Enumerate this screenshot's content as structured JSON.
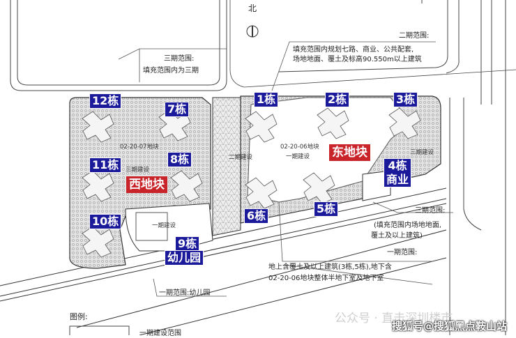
{
  "north": {
    "label": "北"
  },
  "annotations": {
    "phase2_title": "二期范围:",
    "phase2_line1": "填充范围内规划七路、商业、公共配套,",
    "phase2_line2": "场地地面、覆土及标高90.550m以上建筑",
    "phase3_west_title": "三期范围:",
    "phase3_west_text": "填充范围内为三期",
    "phase3_east_title": "三期范围:",
    "phase3_east_line1": "(填充范围内场地地面,",
    "phase3_east_line2": "覆土及以上建筑)",
    "phase1_title": "一期范围:",
    "phase1_line1": "地上含覆土及以上建筑(3栋,5栋),地下含",
    "phase1_line2": "02-20-06地块整体半地下室及地下室",
    "phase1_kinder": "一期范围:幼儿园",
    "plot_west_code": "02-20-07地块",
    "plot_west_phase": "三期建设",
    "plot_east_code": "02-20-06地块",
    "plot_east_phase": "一期建设",
    "middle_phase": "二期建设",
    "east_corner_phase": "三期建设",
    "kinder_phase": "一期建设"
  },
  "buildings": {
    "b12": "12栋",
    "b7": "7栋",
    "b1": "1栋",
    "b2": "2栋",
    "b3": "3栋",
    "b11": "11栋",
    "b8": "8栋",
    "b10": "10栋",
    "b9": "9栋",
    "kinder": "幼儿园",
    "b6": "6栋",
    "b5": "5栋",
    "b4": "4栋",
    "commercial": "商业"
  },
  "plots": {
    "west": "西地块",
    "east": "东地块"
  },
  "legend": {
    "title": "图例:",
    "item1": "一期建设范围"
  },
  "watermark": {
    "wechat": "公众号 · 直击深圳楼市",
    "sohu": "搜狐号@搜狐黑点鞍山站"
  },
  "colors": {
    "building_label": "#1a1a9a",
    "plot_label": "#c8242a",
    "hatch": "#d6d6d6"
  }
}
